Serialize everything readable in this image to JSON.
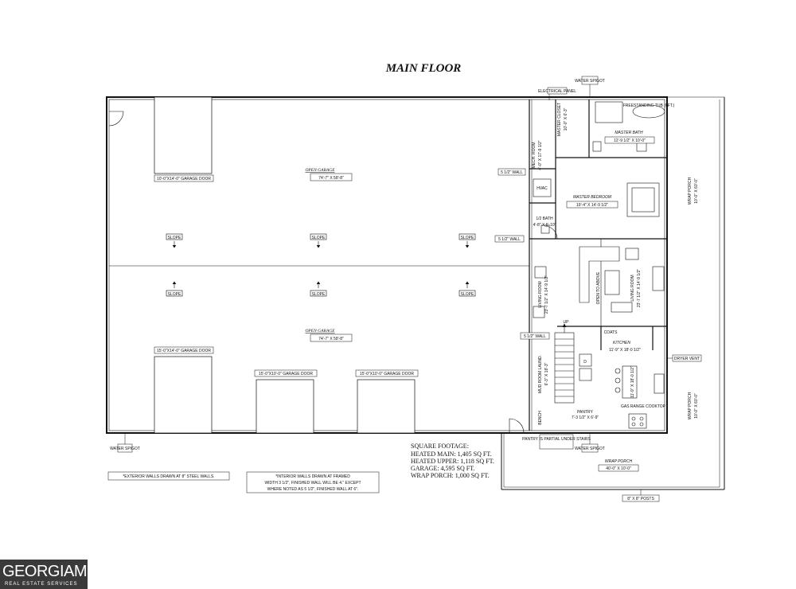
{
  "title": "MAIN FLOOR",
  "labels": {
    "electrical_panel": "ELECTRICAL PANEL",
    "water_spigot": "WATER SPIGOT",
    "master_closet": "MASTER CLOSET",
    "master_closet_dims": "10'-0\" X 6'-3\"",
    "master_bath": "MASTER BATH",
    "master_bath_dims": "12'-9 1/2\" X 10'-0\"",
    "freestanding_tub": "FREESTANDING TUB (6FT.)",
    "mech_room": "MECH. ROOM",
    "mech_room_dims": "4'-0\" X 17'-9 1/2\"",
    "hvac": "HVAC",
    "master_bedroom": "MASTER BEDROOM",
    "master_bedroom_dims": "19'-4\" X 14'-9 1/2\"",
    "half_bath": "1/2 BATH",
    "half_bath_dims": "4'-8\" X 6'-10\"",
    "wall_note": "5 1/2\" WALL",
    "living_room": "LIVING ROOM",
    "living_room_dims": "23'-7 1/2\" X 14'-9 1/2\"",
    "open_to_above": "OPEN TO ABOVE",
    "living_room_right": "LIVING ROOM",
    "living_room_right_dims": "23'-7 1/2\" X 14'-9 1/2\"",
    "kitchen": "KITCHEN",
    "kitchen_dims": "11'-9\" X 18'-0 1/2\"",
    "coats": "COATS",
    "up": "UP",
    "mud_room": "MUD ROOM LAUND.",
    "mud_room_dims": "6'-3\" X 18'-3\"",
    "bench": "BENCH",
    "pantry": "PANTRY",
    "pantry_dims": "7'-3 1/2\" X 6'-9\"",
    "gas_range": "GAS RANGE COOKTOP",
    "dryer_vent": "DRYER VENT",
    "wrap_porch": "WRAP PORCH",
    "wrap_porch_dims": "40'-0\" X 10'-0\"",
    "wrap_porch_right_dims": "10'-0\" X 60'-0\"",
    "posts": "8\" X 8\" POSTS",
    "pantry_note": "PANTRY IS PARTIAL UNDER STAIRS",
    "open_garage": "OPEN GARAGE",
    "open_garage_dims_top": "74'-7\" X 58'-8\"",
    "open_garage_dims_bottom": "74'-7\" X 58'-8\"",
    "slope": "SLOPE",
    "garage_door_top": "10'-0\"X14'-0\" GARAGE DOOR",
    "garage_door_bl": "15'-0\"X14'-0\" GARAGE DOOR",
    "garage_door_bm": "15'-0\"X10'-0\" GARAGE DOOR",
    "garage_door_br": "15'-0\"X10'-0\" GARAGE DOOR"
  },
  "notes": {
    "exterior": "*EXTERIOR WALLS DRAWN AT 8\" STEEL WALLS.",
    "interior_1": "*INTERIOR WALLS DRAWN AT FRAMED",
    "interior_2": "WIDTH 3 1/2\", FINISHED WALL WILL BE 4.\" EXCEPT",
    "interior_3": "WHERE NOTED AS 5 1/2\", FINISHED WALL AT 6\"."
  },
  "square_footage": {
    "heading": "SQUARE FOOTAGE:",
    "lines": [
      "HEATED MAIN: 1,405 SQ FT.",
      "HEATED UPPER: 1,118 SQ FT.",
      "GARAGE: 4,595 SQ FT.",
      "WRAP PORCH: 1,000 SQ FT."
    ]
  },
  "logo": {
    "main": "GEORGIAMLS",
    "sub": "REAL ESTATE SERVICES"
  }
}
